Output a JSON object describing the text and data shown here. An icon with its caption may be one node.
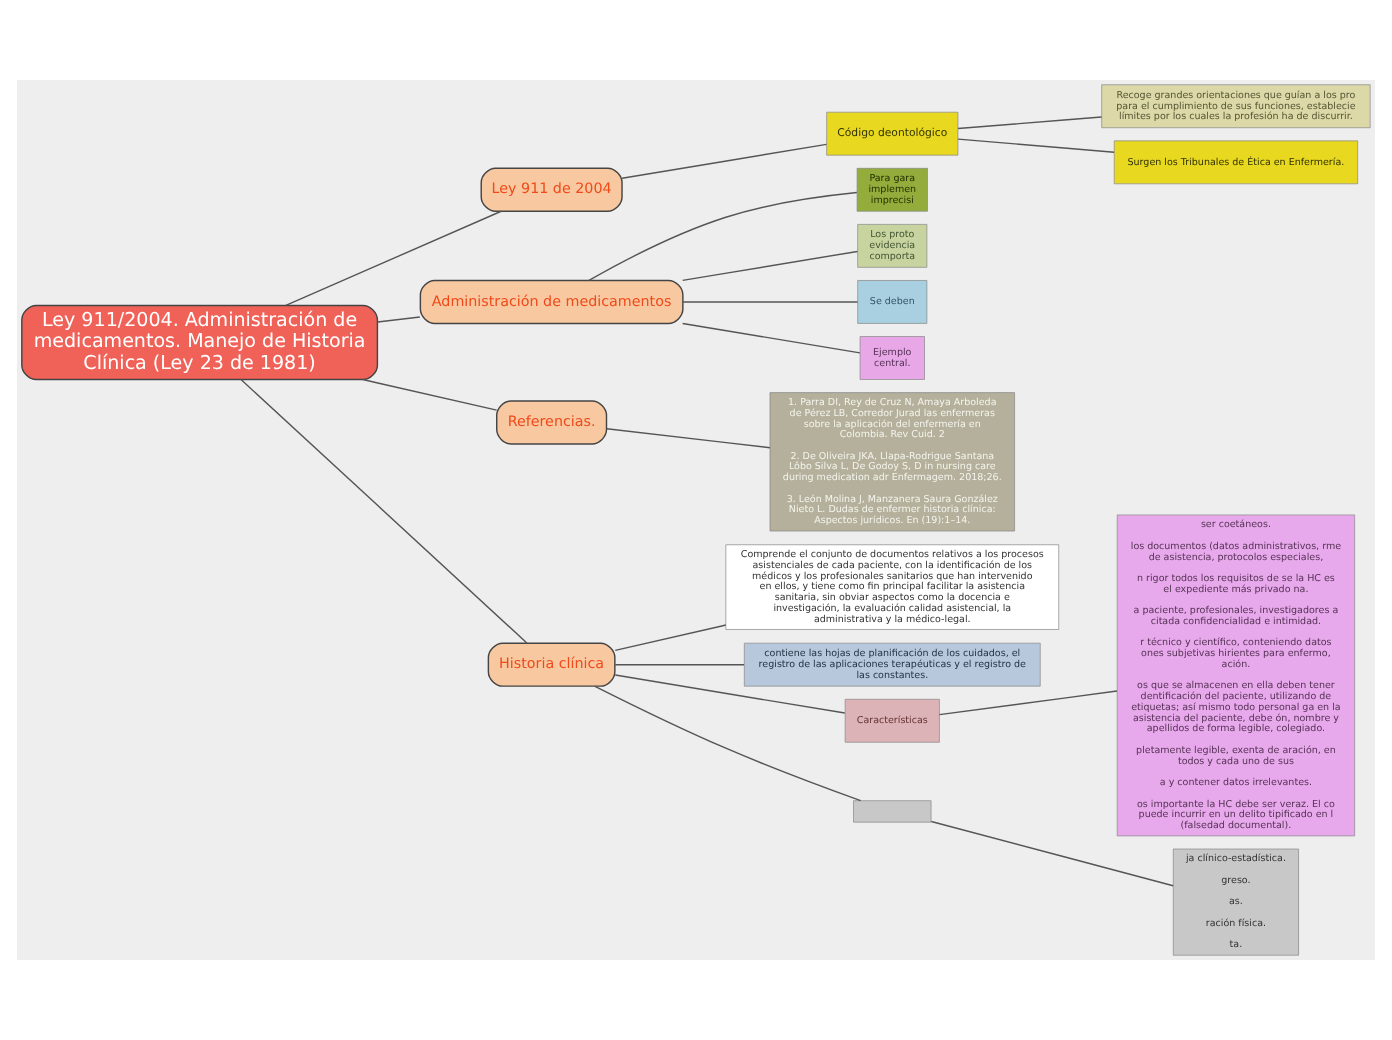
{
  "diagram": {
    "nodes": [
      {
        "text": [
          "Ley 911/2004. Administración de medicamentos. Manejo de Historia Clínica (Ley 23 de 1981)"
        ]
      },
      {
        "text": [
          "Ley 911 de 2004"
        ]
      },
      {
        "text": [
          "Código deontológico"
        ]
      },
      {
        "text": [
          "Recoge grandes orientaciones que guían a los pro para el cumplimiento de sus funciones, establecie límites por los cuales la profesión ha de discurrir."
        ]
      },
      {
        "text": [
          "Surgen los Tribunales de Ética en Enfermería."
        ]
      },
      {
        "text": [
          "Administración de medicamentos"
        ]
      },
      {
        "text": [
          "Para gara implemen imprecisi"
        ]
      },
      {
        "text": [
          "Los proto evidencia comporta"
        ]
      },
      {
        "text": [
          "Se deben"
        ]
      },
      {
        "text": [
          "Ejemplo central."
        ]
      },
      {
        "text": [
          "Referencias."
        ]
      },
      {
        "text": [
          "1. Parra DI, Rey de Cruz N, Amaya Arboleda de Pérez LB, Corredor Jurad las enfermeras sobre la aplicación del enfermería en Colombia. Rev Cuid. 2",
          "2. De Oliveira JKA, Llapa-Rodrigue Santana Lôbo Silva L, De Godoy S, D in nursing care during medication adr Enfermagem. 2018;26.",
          "3. León Molina J, Manzanera Saura González Nieto L. Dudas de enfermer historia clínica: Aspectos jurídicos. En (19):1–14."
        ]
      },
      {
        "text": [
          "Historia clínica"
        ]
      },
      {
        "text": [
          "Comprende el conjunto de documentos relativos a los procesos asistenciales de cada paciente, con la identificación de los médicos y los profesionales sanitarios que han intervenido en ellos, y tiene como fin principal facilitar la asistencia sanitaria, sin obviar aspectos como la docencia e investigación, la evaluación calidad asistencial, la administrativa y la médico-legal."
        ]
      },
      {
        "text": [
          "contiene las hojas de planificación de los cuidados, el registro de las aplicaciones terapéuticas y el registro de las constantes."
        ]
      },
      {
        "text": [
          "Características"
        ]
      },
      {
        "text": [
          "ser coetáneos.",
          "los documentos (datos administrativos, rme de asistencia, protocolos especiales,",
          "n rigor todos los requisitos de se la HC es el expediente más privado na.",
          "a paciente, profesionales, investigadores a citada confidencialidad e intimidad.",
          "r técnico y científico, conteniendo datos ones subjetivas hirientes para enfermo, ación.",
          "os que se almacenen en ella deben tener dentificación del paciente, utilizando de etiquetas; así mismo todo personal ga en la asistencia del paciente, debe ón, nombre y apellidos de forma legible, colegiado.",
          "pletamente legible, exenta de aración, en todos y cada uno de sus",
          "a y contener datos irrelevantes.",
          "os importante la HC debe ser veraz. El co puede incurrir en un delito tipificado en l (falsedad documental)."
        ]
      },
      {
        "text": [],
        "shape": "box"
      },
      {
        "text": [
          "ja clínico-estadística.",
          "greso.",
          "as.",
          "ración física.",
          "ta."
        ]
      }
    ],
    "edges": [
      {
        "from": 0,
        "to": 1,
        "arrow": "none"
      },
      {
        "from": 1,
        "to": 2,
        "arrow": "none"
      },
      {
        "from": 2,
        "to": 3,
        "arrow": "none"
      },
      {
        "from": 2,
        "to": 4,
        "arrow": "none"
      },
      {
        "from": 0,
        "to": 5,
        "arrow": "none"
      },
      {
        "from": 5,
        "to": 6,
        "arrow": "none"
      },
      {
        "from": 5,
        "to": 7,
        "arrow": "none"
      },
      {
        "from": 5,
        "to": 8,
        "arrow": "none"
      },
      {
        "from": 5,
        "to": 9,
        "arrow": "none"
      },
      {
        "from": 0,
        "to": 10,
        "arrow": "none"
      },
      {
        "from": 10,
        "to": 11,
        "arrow": "none"
      },
      {
        "from": 0,
        "to": 12,
        "arrow": "none"
      },
      {
        "from": 12,
        "to": 13,
        "arrow": "none"
      },
      {
        "from": 12,
        "to": 14,
        "arrow": "none"
      },
      {
        "from": 12,
        "to": 15,
        "arrow": "none"
      },
      {
        "from": 15,
        "to": 16,
        "arrow": "none"
      },
      {
        "from": 12,
        "to": 17,
        "arrow": "none"
      },
      {
        "from": 17,
        "to": 18,
        "arrow": "none"
      }
    ]
  }
}
